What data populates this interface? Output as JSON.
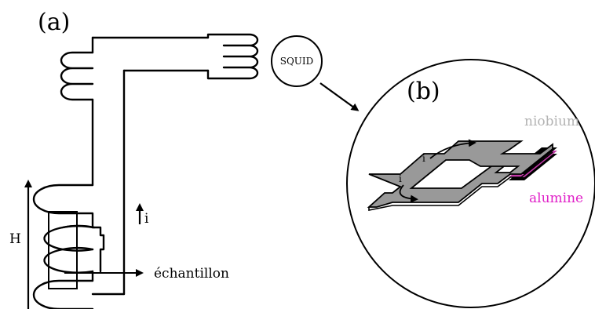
{
  "labels": {
    "panel_a": "(a)",
    "panel_b": "(b)",
    "squid": "SQUID",
    "current_i": "i",
    "field_h": "H",
    "sample": "échantillon",
    "niobium": "niobium",
    "alumina": "alumine",
    "loop_current_1": "i",
    "loop_current_2": "i"
  },
  "colors": {
    "niobium_text": "#b3b3b3",
    "alumina_text": "#e020c8",
    "niobium_fill": "#999999",
    "alumina_layer": "#c23aa8"
  }
}
